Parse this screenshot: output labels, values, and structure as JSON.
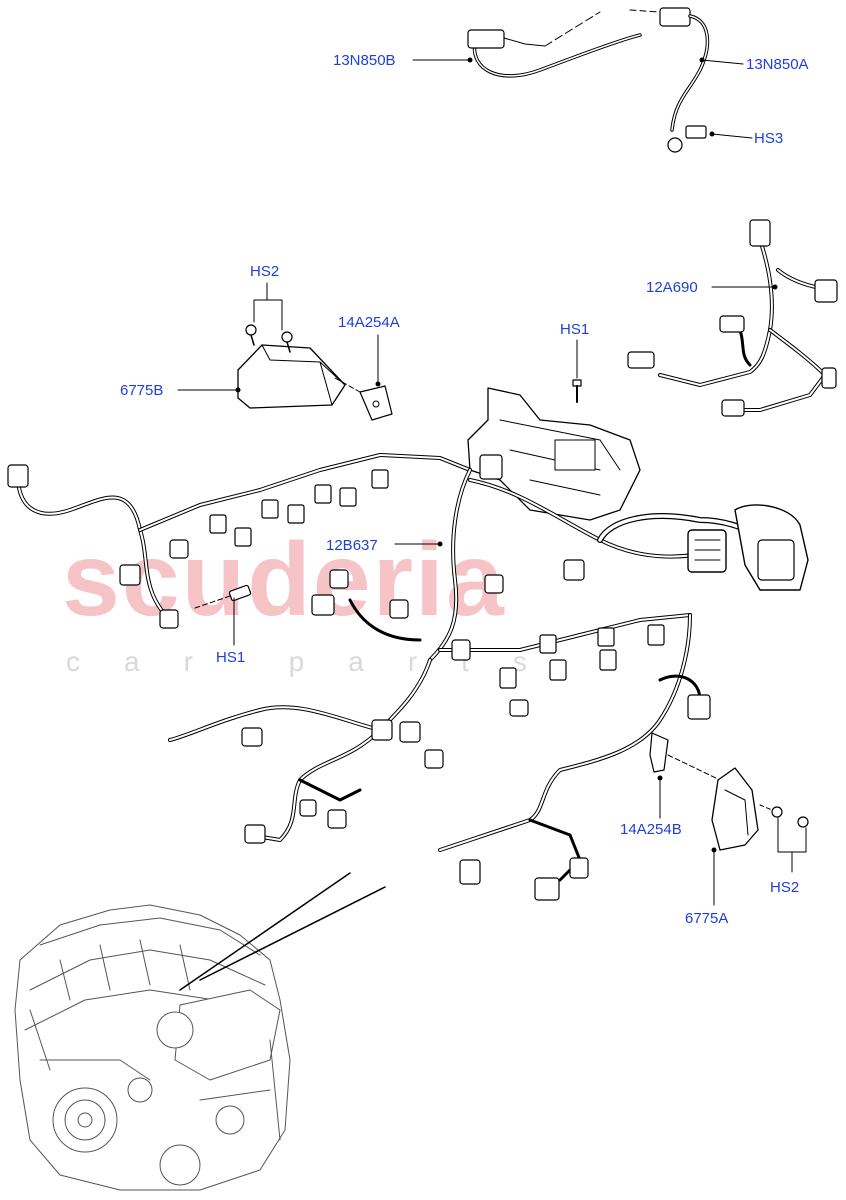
{
  "watermark": {
    "brand": "scuderia",
    "sub": "car parts"
  },
  "callouts": {
    "n13N850B": "13N850B",
    "n13N850A": "13N850A",
    "hs3": "HS3",
    "hs2_top": "HS2",
    "n14A254A": "14A254A",
    "n6775B": "6775B",
    "hs1_top": "HS1",
    "n12A690": "12A690",
    "n12B637": "12B637",
    "hs1_left": "HS1",
    "n14A254B": "14A254B",
    "n6775A": "6775A",
    "hs2_bottom": "HS2"
  },
  "colors": {
    "callout": "#1f3fd6",
    "line": "#000000",
    "watermark": "#f6c3c7"
  }
}
